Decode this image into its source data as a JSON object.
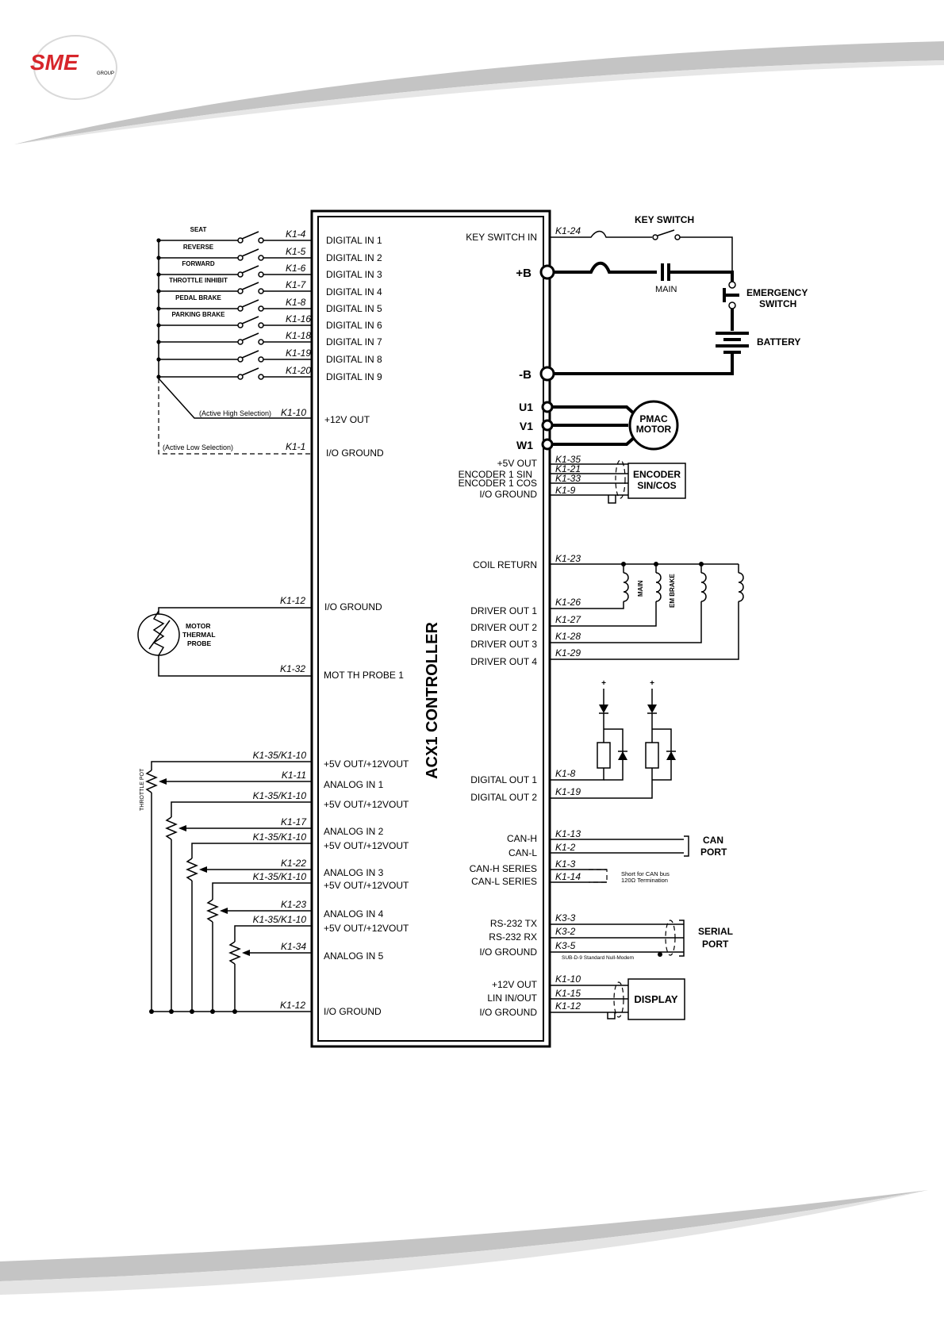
{
  "header": {
    "logo_text": "SME",
    "logo_sub": "GROUP"
  },
  "colors": {
    "logo_red": "#d7262b",
    "swoosh_gray": "#bfbfbf",
    "ink": "#000000"
  },
  "diagram": {
    "controller_title": "ACX1 CONTROLLER",
    "left_switches": [
      {
        "name": "SEAT",
        "pin": "K1-4",
        "input": "DIGITAL IN 1"
      },
      {
        "name": "REVERSE",
        "pin": "K1-5",
        "input": "DIGITAL IN 2"
      },
      {
        "name": "FORWARD",
        "pin": "K1-6",
        "input": "DIGITAL IN 3"
      },
      {
        "name": "THROTTLE INHIBIT",
        "pin": "K1-7",
        "input": "DIGITAL IN 4"
      },
      {
        "name": "PEDAL BRAKE",
        "pin": "K1-8",
        "input": "DIGITAL IN 5"
      },
      {
        "name": "PARKING BRAKE",
        "pin": "K1-16",
        "input": "DIGITAL IN 6"
      },
      {
        "name": "",
        "pin": "K1-18",
        "input": "DIGITAL IN 7"
      },
      {
        "name": "",
        "pin": "K1-19",
        "input": "DIGITAL IN 8"
      },
      {
        "name": "",
        "pin": "K1-20",
        "input": "DIGITAL IN 9"
      }
    ],
    "active_high": {
      "label": "(Active High Selection)",
      "pin": "K1-10",
      "input": "+12V OUT"
    },
    "active_low": {
      "label": "(Active Low Selection)",
      "pin": "K1-1",
      "input": "I/O GROUND"
    },
    "thermal": {
      "probe_lines": [
        "MOTOR",
        "THERMAL",
        "PROBE"
      ],
      "ground_pin": "K1-12",
      "ground_label": "I/O GROUND",
      "probe_pin": "K1-32",
      "probe_label": "MOT TH PROBE 1"
    },
    "throttle_pot_label": "THROTTLE POT",
    "analog": [
      {
        "supply_pin": "K1-35/K1-10",
        "supply_label": "+5V OUT/+12VOUT",
        "pin": "K1-11",
        "label": "ANALOG IN 1"
      },
      {
        "supply_pin": "K1-35/K1-10",
        "supply_label": "+5V OUT/+12VOUT",
        "pin": "K1-17",
        "label": "ANALOG IN 2"
      },
      {
        "supply_pin": "K1-35/K1-10",
        "supply_label": "+5V OUT/+12VOUT",
        "pin": "K1-22",
        "label": "ANALOG IN 3"
      },
      {
        "supply_pin": "K1-35/K1-10",
        "supply_label": "+5V OUT/+12VOUT",
        "pin": "K1-23",
        "label": "ANALOG IN 4"
      },
      {
        "supply_pin": "K1-35/K1-10",
        "supply_label": "+5V OUT/+12VOUT",
        "pin": "K1-34",
        "label": "ANALOG IN 5"
      }
    ],
    "bottom_ground": {
      "pin": "K1-12",
      "label": "I/O GROUND"
    },
    "power": {
      "key_switch_in": "KEY SWITCH IN",
      "key_pin": "K1-24",
      "key_switch": "KEY SWITCH",
      "plus_b": "+B",
      "minus_b": "-B",
      "main": "MAIN",
      "emergency": [
        "EMERGENCY",
        "SWITCH"
      ],
      "battery": "BATTERY"
    },
    "motor": {
      "phases": [
        "U1",
        "V1",
        "W1"
      ],
      "lines": [
        "PMAC",
        "MOTOR"
      ]
    },
    "encoder": {
      "labels": [
        "+5V OUT",
        "ENCODER 1 SIN",
        "ENCODER 1 COS",
        "I/O GROUND"
      ],
      "pins": [
        "K1-35",
        "K1-21",
        "K1-33",
        "K1-9"
      ],
      "box": [
        "ENCODER",
        "SIN/COS"
      ]
    },
    "coils": {
      "return_label": "COIL RETURN",
      "return_pin": "K1-23",
      "drivers": [
        {
          "label": "DRIVER OUT 1",
          "pin": "K1-26"
        },
        {
          "label": "DRIVER OUT 2",
          "pin": "K1-27"
        },
        {
          "label": "DRIVER OUT 3",
          "pin": "K1-28"
        },
        {
          "label": "DRIVER OUT 4",
          "pin": "K1-29"
        }
      ],
      "main_label": "MAIN",
      "brake_label": "EM BRAKE"
    },
    "digital_out": [
      {
        "label": "DIGITAL OUT 1",
        "pin": "K1-8"
      },
      {
        "label": "DIGITAL OUT 2",
        "pin": "K1-19"
      }
    ],
    "plus_sign": "+",
    "can": {
      "labels": [
        "CAN-H",
        "CAN-L",
        "CAN-H SERIES",
        "CAN-L SERIES"
      ],
      "pins": [
        "K1-13",
        "K1-2",
        "K1-3",
        "K1-14"
      ],
      "port": [
        "CAN",
        "PORT"
      ],
      "note": [
        "Short for CAN bus",
        "120Ω Termination"
      ]
    },
    "serial": {
      "labels": [
        "RS-232 TX",
        "RS-232 RX",
        "I/O GROUND"
      ],
      "pins": [
        "K3-3",
        "K3-2",
        "K3-5"
      ],
      "port": [
        "SERIAL",
        "PORT"
      ],
      "note": "SUB-D-9 Standard Null-Modem"
    },
    "display": {
      "labels": [
        "+12V OUT",
        "LIN IN/OUT",
        "I/O GROUND"
      ],
      "pins": [
        "K1-10",
        "K1-15",
        "K1-12"
      ],
      "box": "DISPLAY"
    }
  }
}
